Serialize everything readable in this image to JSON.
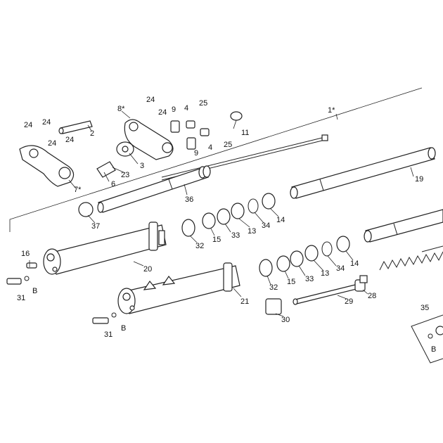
{
  "diagram": {
    "labels": {
      "p1": "1*",
      "p2": "2",
      "p3": "3",
      "p4a": "4",
      "p4b": "4",
      "p6": "6",
      "p7": "7*",
      "p8": "8*",
      "p9a": "9",
      "p9b": "9",
      "p11": "11",
      "p13a": "13",
      "p13b": "13",
      "p14a": "14",
      "p14b": "14",
      "p15a": "15",
      "p15b": "15",
      "p16": "16",
      "p19": "19",
      "p20": "20",
      "p21": "21",
      "p23": "23",
      "p24a": "24",
      "p24b": "24",
      "p24c": "24",
      "p24d": "24",
      "p24e": "24",
      "p24f": "24",
      "p25a": "25",
      "p25b": "25",
      "p28": "28",
      "p29": "29",
      "p30": "30",
      "p31a": "31",
      "p31b": "31",
      "p32a": "32",
      "p32b": "32",
      "p33a": "33",
      "p33b": "33",
      "p34a": "34",
      "p34b": "34",
      "p35": "35",
      "p36": "36",
      "p37": "37",
      "bA": "B",
      "bB": "B",
      "bC": "B"
    }
  }
}
